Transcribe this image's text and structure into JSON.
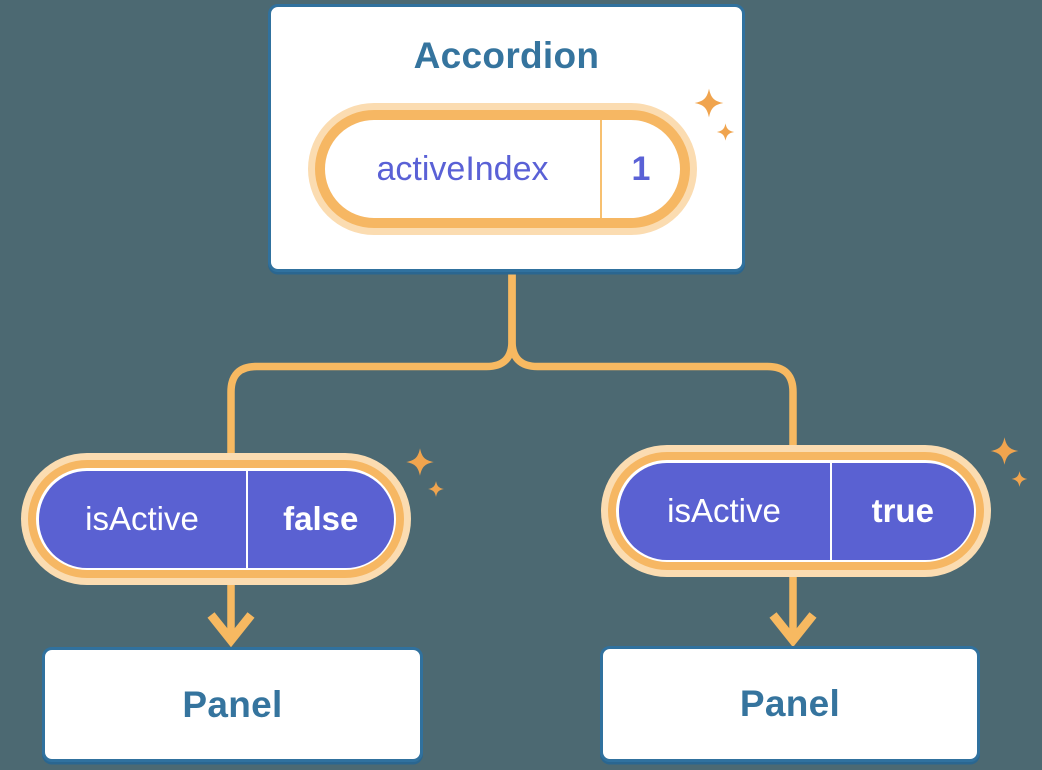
{
  "canvas": {
    "background": "#4C6972"
  },
  "colors": {
    "box_fill": "#FFFFFF",
    "box_border": "#30719E",
    "box_text": "#35749E",
    "connector": "#F7B961",
    "pill_ring": "#F6B763",
    "pill_glow": "#FBDCB1",
    "pill_purple": "#5A61D2",
    "state_text": "#5A61D6",
    "state_divider": "#F7C070",
    "prop_text": "#FFFFFF",
    "sparkle": "#F0A44E"
  },
  "accordion": {
    "title": "Accordion",
    "state": {
      "label": "activeIndex",
      "value": "1"
    }
  },
  "branches": [
    {
      "prop": {
        "label": "isActive",
        "value": "false"
      },
      "panel": {
        "title": "Panel"
      }
    },
    {
      "prop": {
        "label": "isActive",
        "value": "true"
      },
      "panel": {
        "title": "Panel"
      }
    }
  ]
}
